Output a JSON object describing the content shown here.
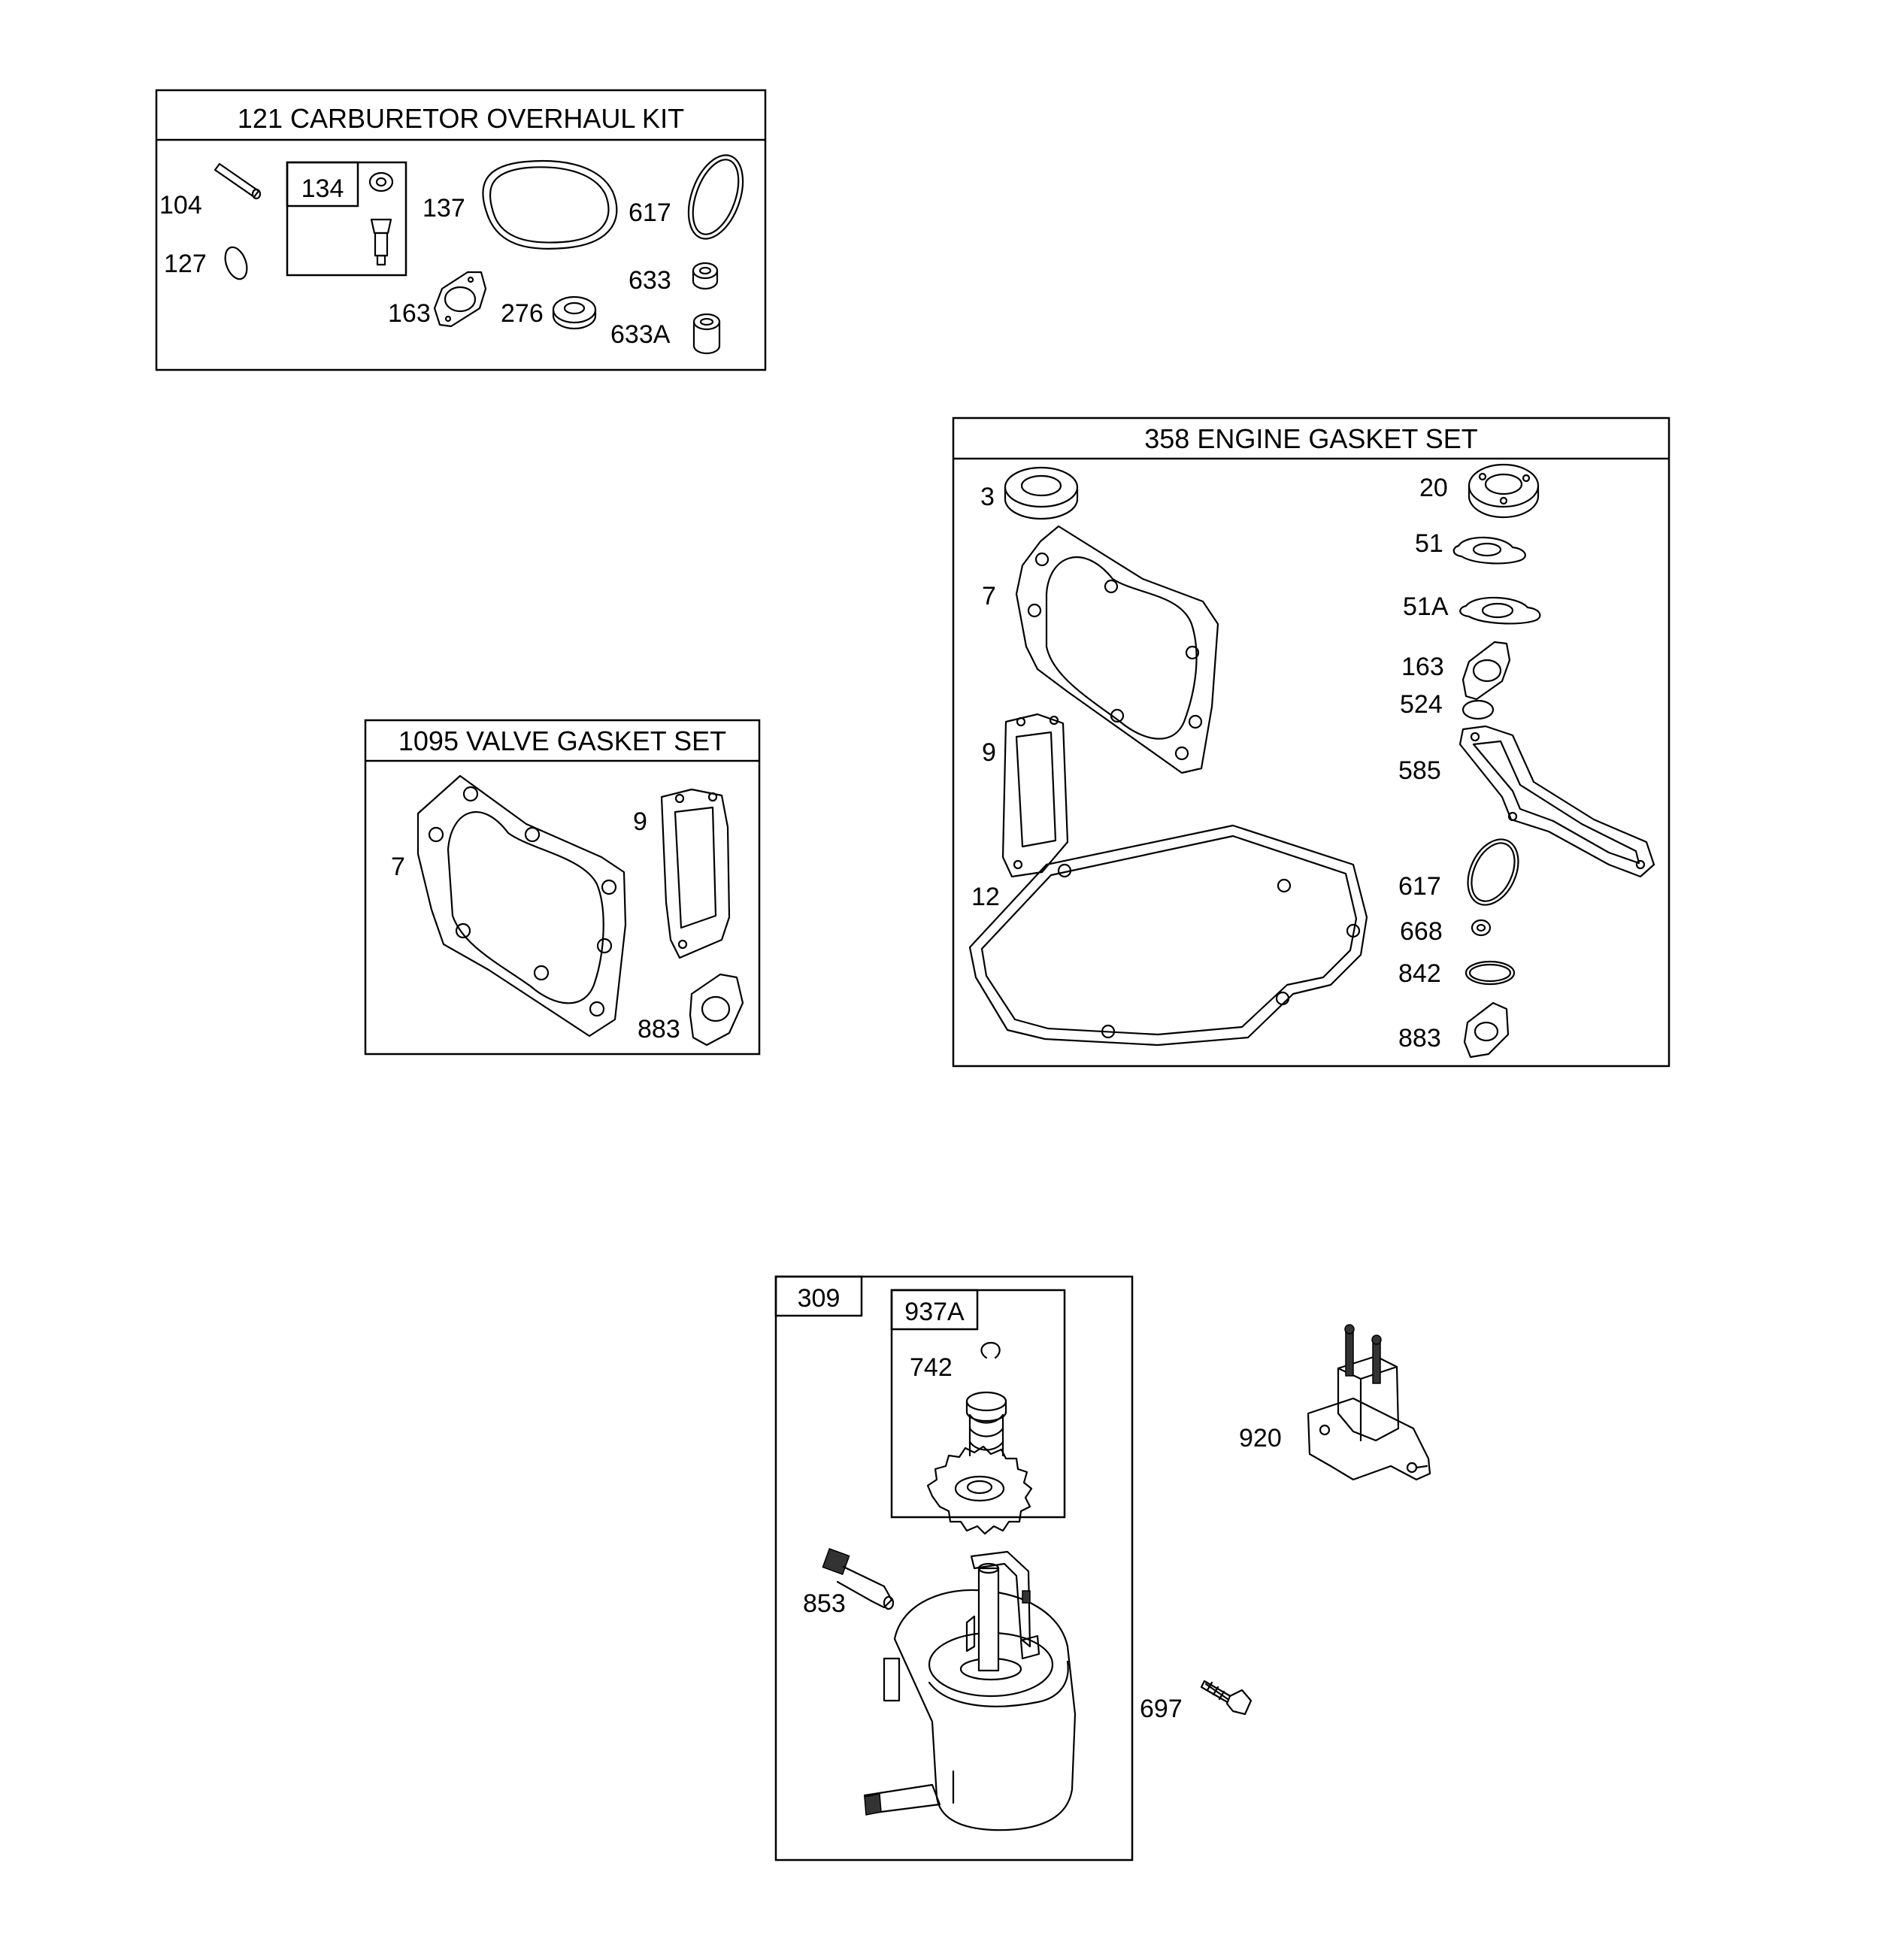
{
  "kits": {
    "carb": {
      "title": "121 CARBURETOR OVERHAUL KIT",
      "sub_134": "134",
      "labels": {
        "p104": "104",
        "p127": "127",
        "p137": "137",
        "p617": "617",
        "p633": "633",
        "p163": "163",
        "p276": "276",
        "p633a": "633A"
      }
    },
    "engine": {
      "title": "358 ENGINE GASKET SET",
      "labels": {
        "p3": "3",
        "p7": "7",
        "p9": "9",
        "p12": "12",
        "p20": "20",
        "p51": "51",
        "p51a": "51A",
        "p163": "163",
        "p524": "524",
        "p585": "585",
        "p617": "617",
        "p668": "668",
        "p842": "842",
        "p883": "883"
      }
    },
    "valve": {
      "title": "1095 VALVE GASKET SET",
      "labels": {
        "p7": "7",
        "p9": "9",
        "p883": "883"
      }
    },
    "starter": {
      "title": "309",
      "sub_937a": "937A",
      "labels": {
        "p742": "742",
        "p853": "853"
      }
    }
  },
  "loose_parts": {
    "p920": "920",
    "p697": "697"
  }
}
